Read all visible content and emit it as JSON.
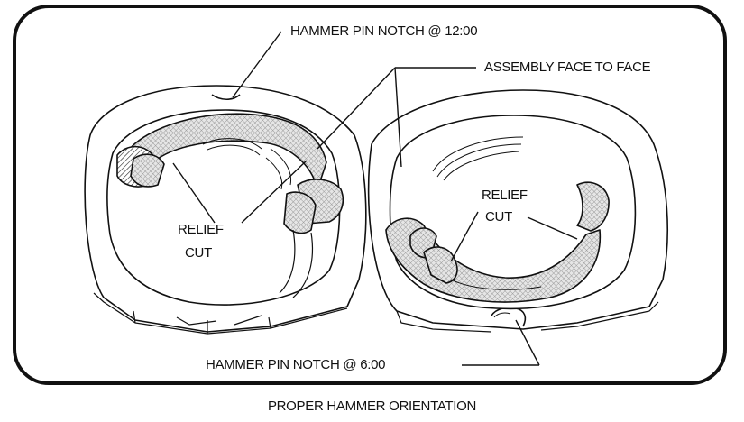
{
  "labels": {
    "notch_top": "HAMMER PIN NOTCH @ 12:00",
    "assembly": "ASSEMBLY FACE TO FACE",
    "relief_left": [
      "RELIEF",
      "CUT"
    ],
    "relief_right": [
      "RELIEF",
      "CUT"
    ],
    "notch_bottom": "HAMMER PIN NOTCH @ 6:00"
  },
  "caption": "PROPER HAMMER ORIENTATION",
  "colors": {
    "line": "#111111",
    "hatch": "#bfbfbf",
    "background": "#ffffff"
  }
}
